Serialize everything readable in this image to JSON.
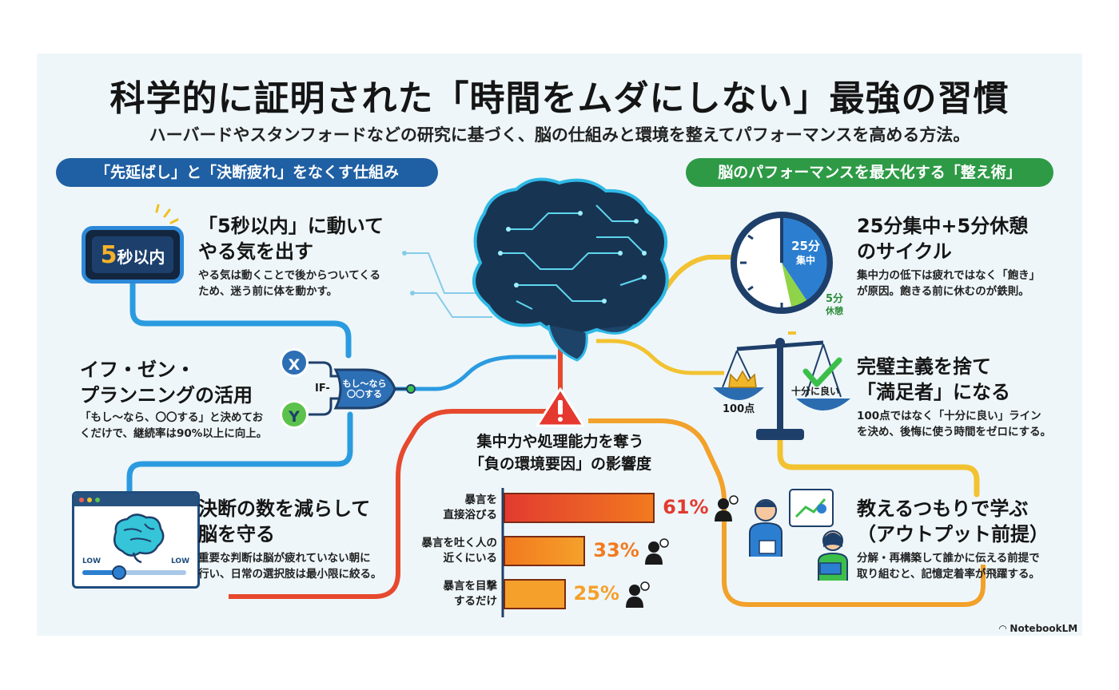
{
  "header": {
    "title": "科学的に証明された「時間をムダにしない」最強の習慣",
    "subtitle": "ハーバードやスタンフォードなどの研究に基づく、脳の仕組みと環境を整えてパフォーマンスを高める方法。"
  },
  "sections": {
    "left_heading": "「先延ばし」と「決断疲れ」をなくす仕組み",
    "right_heading": "脳のパフォーマンスを最大化する「整え術」"
  },
  "left_items": [
    {
      "title_lines": [
        "「5秒以内」に動いて",
        "やる気を出す"
      ],
      "desc_lines": [
        "やる気は動くことで後からついてくる",
        "ため、迷う前に体を動かす。"
      ]
    },
    {
      "title_lines": [
        "イフ・ゼン・",
        "プランニングの活用"
      ],
      "desc_lines": [
        "「もし〜なら、〇〇する」と決めてお",
        "くだけで、継続率は90%以上に向上。"
      ]
    },
    {
      "title_lines": [
        "決断の数を減らして",
        "脳を守る"
      ],
      "desc_lines": [
        "重要な判断は脳が疲れていない朝に",
        "行い、日常の選択肢は最小限に絞る。"
      ]
    }
  ],
  "right_items": [
    {
      "title_lines": [
        "25分集中+5分休憩",
        "のサイクル"
      ],
      "desc_lines": [
        "集中力の低下は疲れではなく「飽き」",
        "が原因。飽きる前に休むのが鉄則。"
      ]
    },
    {
      "title_lines": [
        "完璧主義を捨て",
        "「満足者」になる"
      ],
      "desc_lines": [
        "100点ではなく「十分に良い」ライン",
        "を決め、後悔に使う時間をゼロにする。"
      ]
    },
    {
      "title_lines": [
        "教えるつもりで学ぶ",
        "（アウトプット前提）"
      ],
      "desc_lines": [
        "分解・再構築して誰かに伝える前提で",
        "取り組むと、記憶定着率が飛躍する。"
      ]
    }
  ],
  "icons": {
    "timer_number": "5",
    "timer_unit": "秒以内",
    "gate_x": "X",
    "gate_y": "Y",
    "gate_if": "IF-",
    "gate_text_1": "もし〜なら",
    "gate_text_2": "〇〇する",
    "low_left": "LOW",
    "low_right": "LOW",
    "clock_main_1": "25分",
    "clock_main_2": "集中",
    "clock_rest_1": "5分",
    "clock_rest_2": "休憩",
    "scale_left": "100点",
    "scale_right": "十分に良い"
  },
  "chart_data": {
    "type": "bar",
    "title_lines": [
      "集中力や処理能力を奪う",
      "「負の環境要因」の影響度"
    ],
    "categories": [
      [
        "暴言を",
        "直接浴びる"
      ],
      [
        "暴言を吐く人の",
        "近くにいる"
      ],
      [
        "暴言を目撃",
        "するだけ"
      ]
    ],
    "values": [
      61,
      33,
      25
    ],
    "value_labels": [
      "61%",
      "33%",
      "25%"
    ],
    "xlim": [
      0,
      100
    ],
    "colors": [
      "#e23b30",
      "#f27a1f",
      "#f5a02a"
    ]
  },
  "colors": {
    "left_accent": "#1f5fa3",
    "right_accent": "#2e9a46",
    "warning": "#e5392f",
    "yellow": "#f2c230"
  },
  "footer": {
    "watermark": "NotebookLM"
  }
}
